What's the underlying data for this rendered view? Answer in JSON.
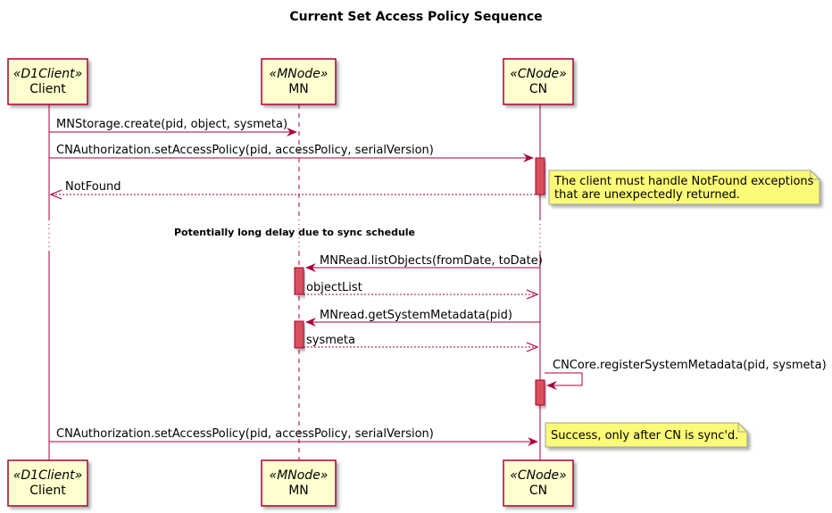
{
  "title": "Current Set Access Policy Sequence",
  "participants": {
    "client": {
      "stereotype": "«D1Client»",
      "name": "Client"
    },
    "mn": {
      "stereotype": "«MNode»",
      "name": "MN"
    },
    "cn": {
      "stereotype": "«CNode»",
      "name": "CN"
    }
  },
  "messages": {
    "m1": "MNStorage.create(pid, object, sysmeta)",
    "m2": "CNAuthorization.setAccessPolicy(pid, accessPolicy, serialVersion)",
    "m3": "NotFound",
    "m4": "MNRead.listObjects(fromDate, toDate)",
    "m5": "objectList",
    "m6": "MNread.getSystemMetadata(pid)",
    "m7": "sysmeta",
    "m8": "CNCore.registerSystemMetadata(pid, sysmeta)",
    "m9": "CNAuthorization.setAccessPolicy(pid, accessPolicy, serialVersion)"
  },
  "divider": "Potentially long delay due to sync schedule",
  "notes": {
    "n1": [
      "The client must handle NotFound exceptions",
      "that are unexpectedly returned."
    ],
    "n2": [
      "Success, only after CN is sync'd."
    ]
  },
  "colors": {
    "participant_fill": "#FEFECE",
    "participant_border": "#A80036",
    "activation_fill": "#D9505B",
    "note_fill": "#FBFB77",
    "note_border": "#A0A0A0"
  }
}
